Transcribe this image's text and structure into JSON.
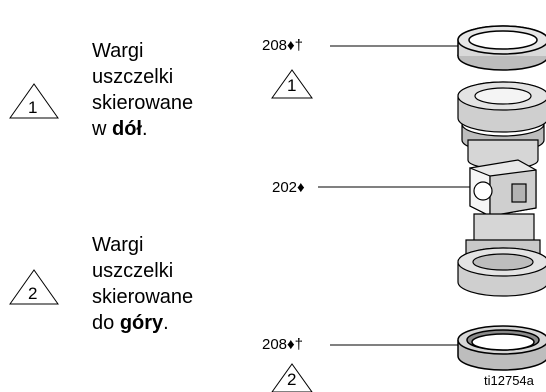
{
  "notes": [
    {
      "marker": "1",
      "lines": [
        "Wargi",
        "uszczelki",
        "skierowane"
      ],
      "last_prefix": "w ",
      "last_bold": "dół",
      "last_suffix": "."
    },
    {
      "marker": "2",
      "lines": [
        "Wargi",
        "uszczelki",
        "skierowane"
      ],
      "last_prefix": "do ",
      "last_bold": "góry",
      "last_suffix": "."
    }
  ],
  "callouts": {
    "top": {
      "label": "208♦†",
      "marker": "1"
    },
    "middle": {
      "label": "202♦"
    },
    "bottom": {
      "label": "208♦†",
      "marker": "2"
    }
  },
  "figure_id": "ti12754a"
}
